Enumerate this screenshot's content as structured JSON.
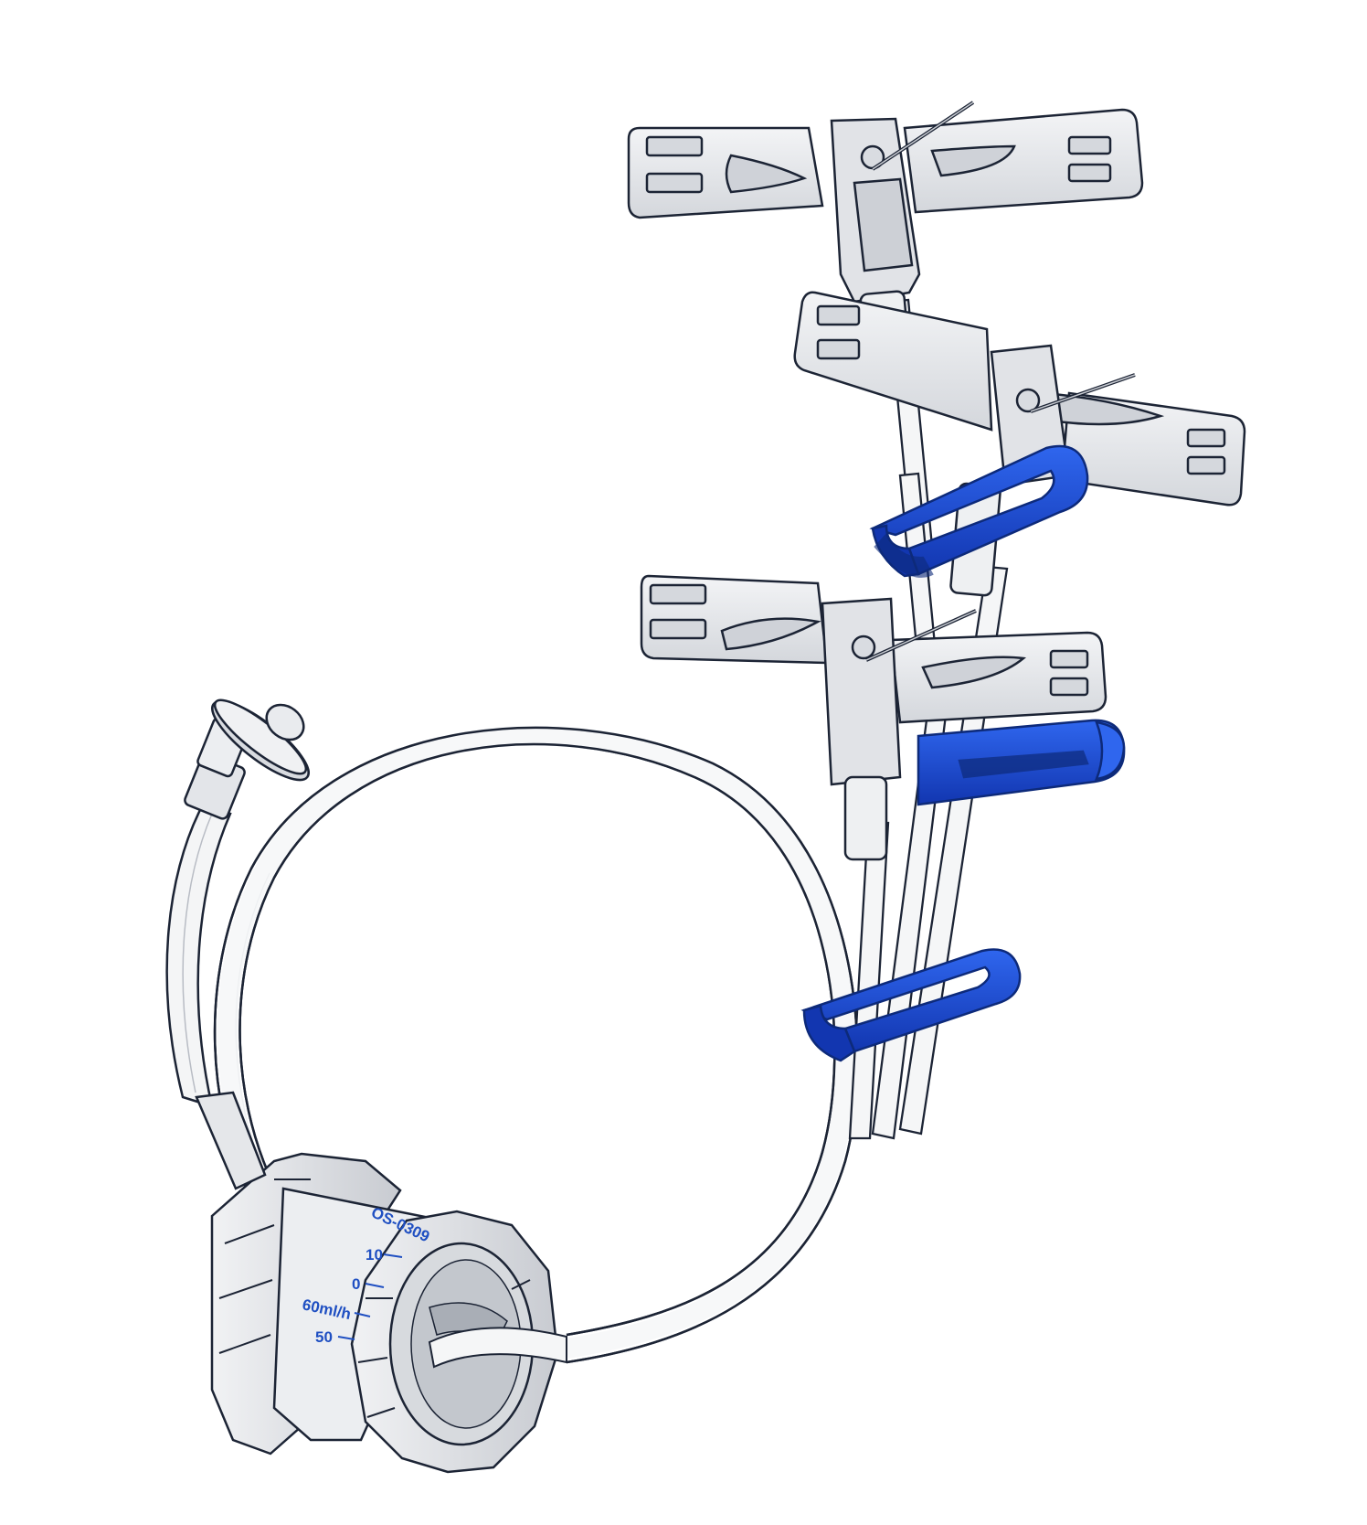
{
  "illustration": {
    "colors": {
      "outline": "#1c2435",
      "plastic": "#e8eaed",
      "plastic_shade": "#c9ccd2",
      "tube": "#f6f7f8",
      "clamp_blue": "#1a4fd4",
      "clamp_blue_dark": "#0d34a3",
      "scale_text": "#1f4fc2"
    },
    "regulator": {
      "code": "OS-0309",
      "scale": {
        "mark_10": "10",
        "mark_0": "0",
        "mark_60": "60ml/h",
        "mark_50": "50"
      }
    }
  }
}
